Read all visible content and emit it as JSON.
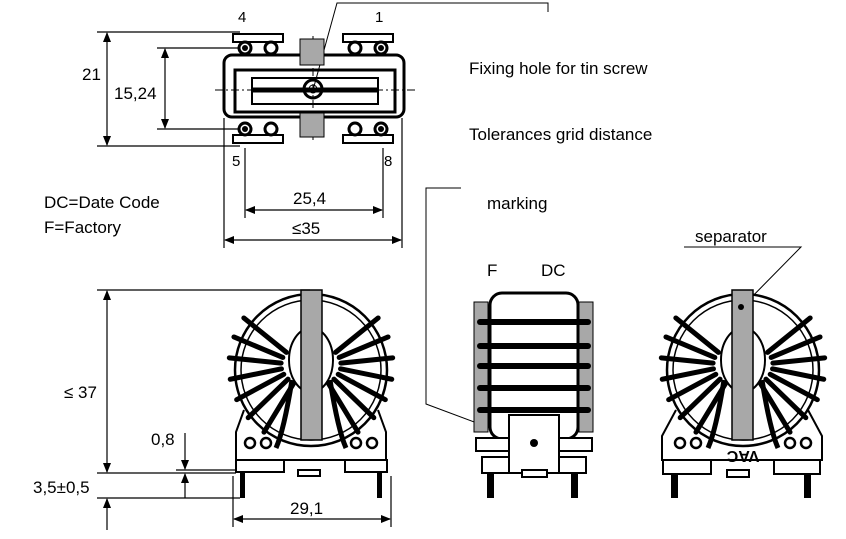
{
  "title": "Current-compensated choke dimensional drawing",
  "colors": {
    "line": "#000000",
    "separator_fill": "#a8a8a8",
    "background": "#ffffff"
  },
  "top_view": {
    "pins": {
      "top_left": "4",
      "top_right": "1",
      "bottom_left": "5",
      "bottom_right": "8"
    },
    "dim_height_outer": "21",
    "dim_height_pitch": "15,24",
    "dim_width_pitch": "25,4",
    "dim_width_outer": "≤35"
  },
  "legend": {
    "dc": "DC=Date Code",
    "f": "F=Factory"
  },
  "notes": {
    "fixing_hole": "Fixing hole for tin screw",
    "tolerances": "Tolerances grid distance",
    "marking": "marking",
    "separator": "separator"
  },
  "front_view": {
    "dim_height": "≤ 37",
    "dim_standoff": "0,8",
    "dim_pin_length": "3,5±0,5",
    "dim_width": "29,1"
  },
  "side_view": {
    "label_f": "F",
    "label_dc": "DC"
  },
  "rear_view": {
    "logo": "VAC"
  }
}
